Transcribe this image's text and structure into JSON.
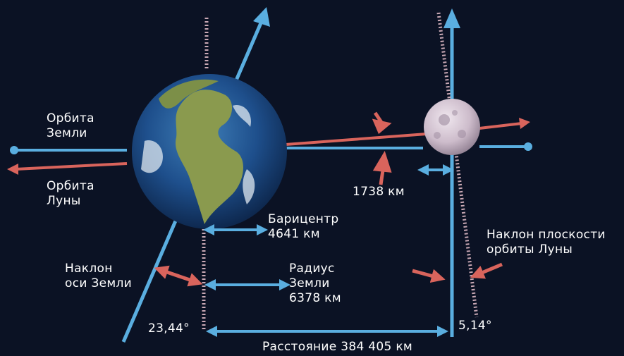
{
  "labels": {
    "earth_orbit": "Орбита\nЗемли",
    "moon_orbit": "Орбита\nЛуны",
    "moon_radius": "1738 км",
    "barycenter": "Барицентр\n4641 км",
    "earth_radius": "Радиус\nЗемли\n6378 км",
    "earth_axis_tilt": "Наклон\nоси Земли",
    "moon_orbit_tilt": "Наклон плоскости\nорбиты Луны",
    "earth_angle": "23,44°",
    "moon_angle": "5,14°",
    "distance": "Расстояние 384 405 км"
  },
  "colors": {
    "background": "#0b1224",
    "blue_line": "#5aaee0",
    "red_line": "#d9645c",
    "dotted": "#c9a8b4"
  }
}
